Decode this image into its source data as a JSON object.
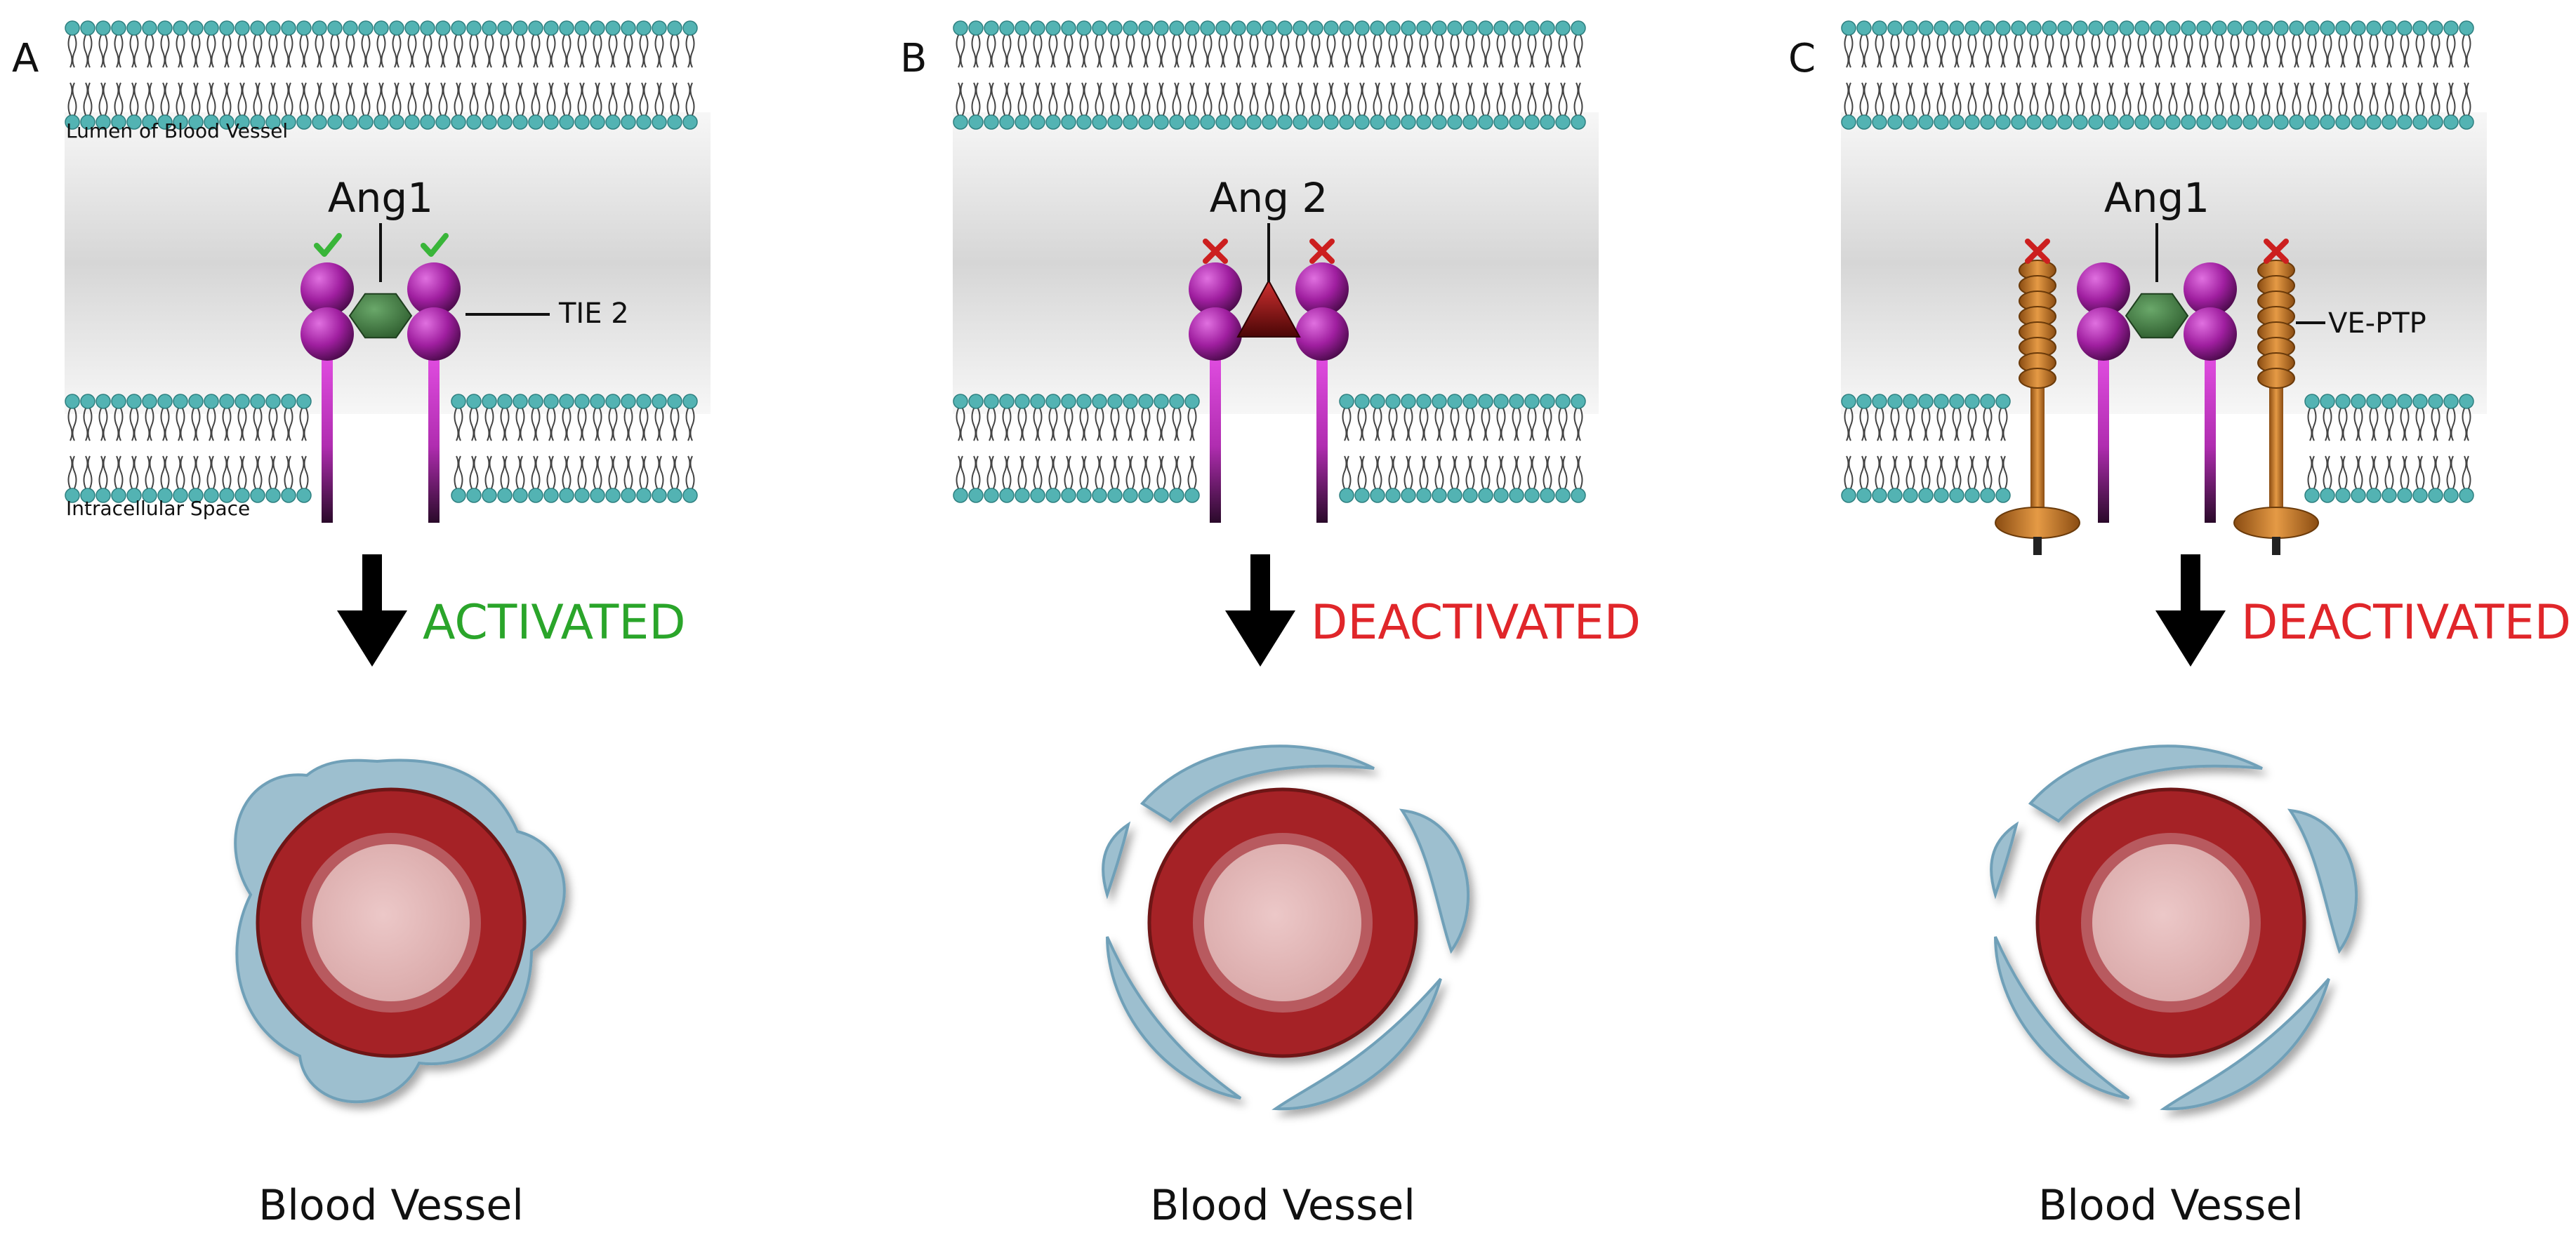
{
  "panels": [
    {
      "letter": "A",
      "ligand": "Ang1",
      "ligand_shape": "hexagon",
      "receptor_label": "TIE 2",
      "receptor_marks": "check-icon",
      "state": "ACTIVATED",
      "state_color": "#2aa52a",
      "lumen_label": "Lumen of Blood Vessel",
      "intracellular_label": "Intracellular Space",
      "vessel_label": "Blood Vessel",
      "vessel_coat": "intact"
    },
    {
      "letter": "B",
      "ligand": "Ang 2",
      "ligand_shape": "triangle",
      "receptor_marks": "cross-icon",
      "state": "DEACTIVATED",
      "state_color": "#e0262a",
      "vessel_label": "Blood Vessel",
      "vessel_coat": "fragmented"
    },
    {
      "letter": "C",
      "ligand": "Ang1",
      "ligand_shape": "hexagon",
      "phosphatase_label": "VE-PTP",
      "phosphatase_marks": "cross-icon",
      "state": "DEACTIVATED",
      "state_color": "#e0262a",
      "vessel_label": "Blood Vessel",
      "vessel_coat": "fragmented"
    }
  ],
  "colors": {
    "lipid_head": "#53b3b3",
    "lumen_band": "#d9d9d9",
    "receptor_ball": "#a01fa0",
    "receptor_stalk": "#cc33cc",
    "ang1": "#3f7a3f",
    "ang2": "#8e1212",
    "ve_ptp": "#c27424",
    "vessel_wall": "#a52228",
    "vessel_lumen": "#dfb3b3",
    "pericyte": "#9dbfcf",
    "pericyte_edge": "#6fa0b8",
    "check": "#39b539",
    "cross": "#cc1f1f",
    "arrow": "#000000"
  }
}
